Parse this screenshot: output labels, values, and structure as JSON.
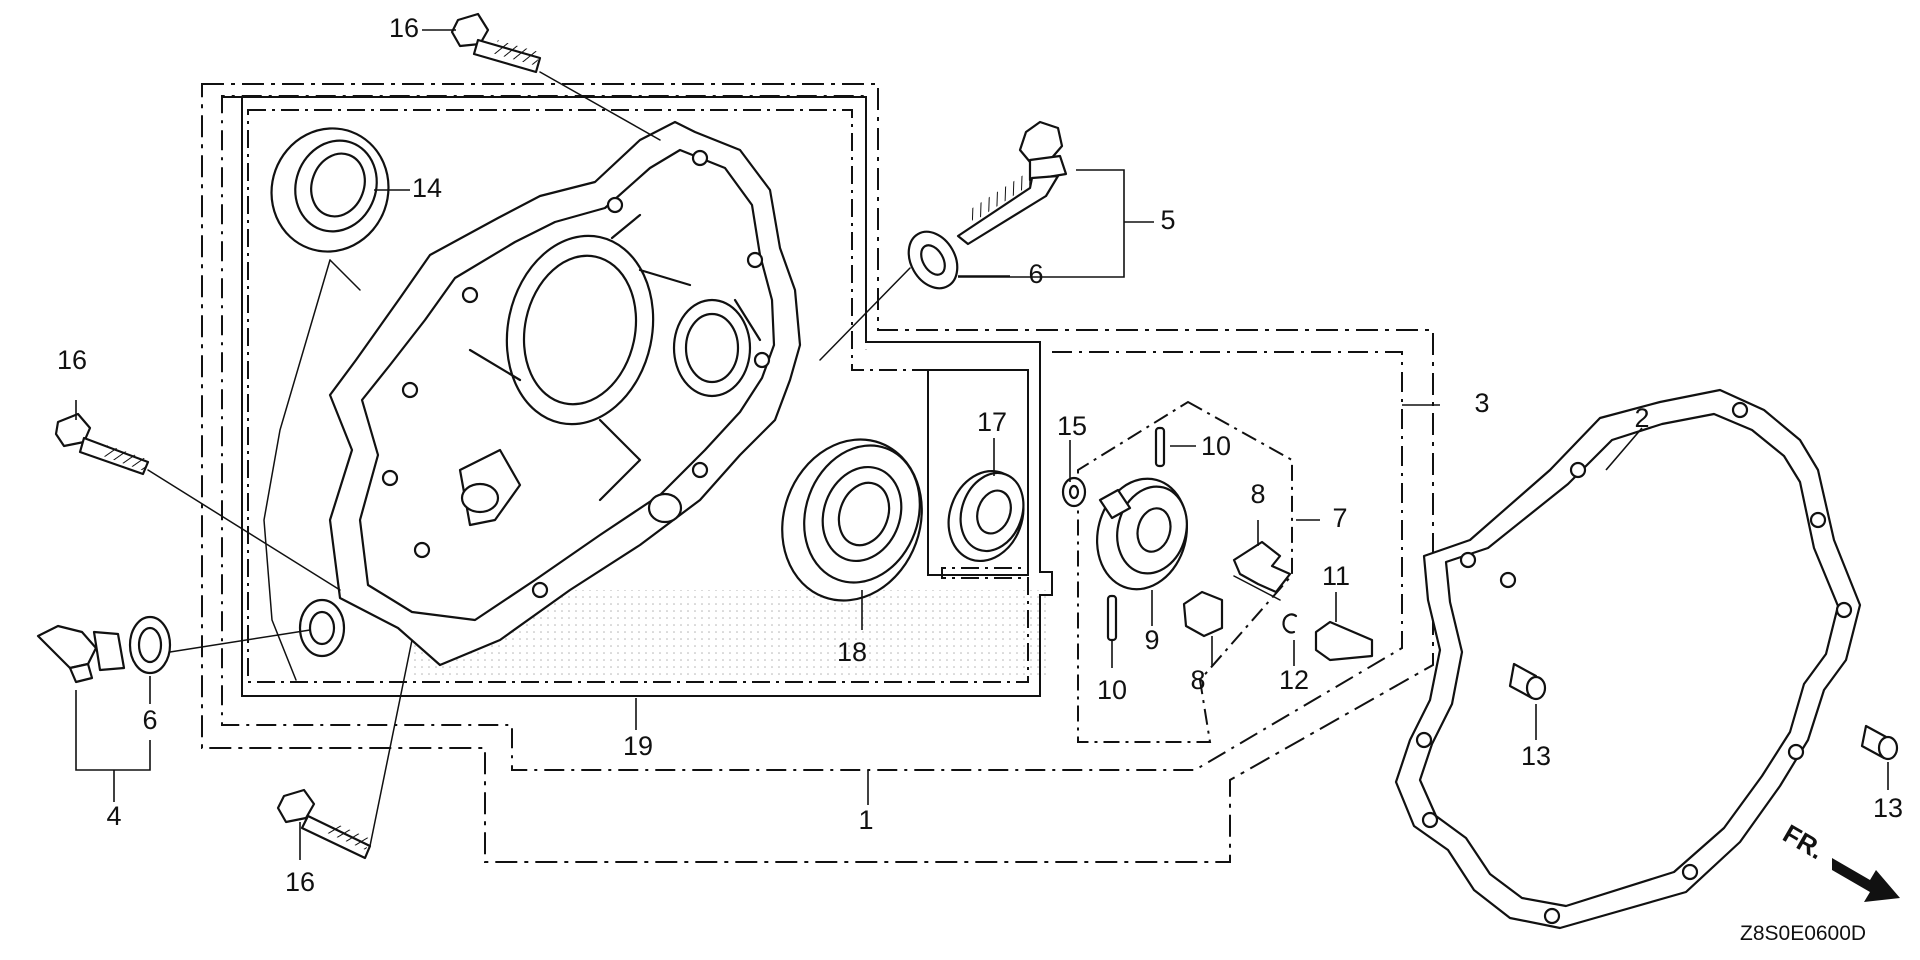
{
  "diagram_code": "Z8S0E0600D",
  "front_indicator": "FR.",
  "callouts": [
    {
      "id": "c16a",
      "text": "16"
    },
    {
      "id": "c14",
      "text": "14"
    },
    {
      "id": "c5",
      "text": "5"
    },
    {
      "id": "c6a",
      "text": "6"
    },
    {
      "id": "c16b",
      "text": "16"
    },
    {
      "id": "c17",
      "text": "17"
    },
    {
      "id": "c15",
      "text": "15"
    },
    {
      "id": "c10a",
      "text": "10"
    },
    {
      "id": "c3",
      "text": "3"
    },
    {
      "id": "c2",
      "text": "2"
    },
    {
      "id": "c8a",
      "text": "8"
    },
    {
      "id": "c7",
      "text": "7"
    },
    {
      "id": "c11",
      "text": "11"
    },
    {
      "id": "c9",
      "text": "9"
    },
    {
      "id": "c18",
      "text": "18"
    },
    {
      "id": "c8b",
      "text": "8"
    },
    {
      "id": "c12",
      "text": "12"
    },
    {
      "id": "c10b",
      "text": "10"
    },
    {
      "id": "c6b",
      "text": "6"
    },
    {
      "id": "c13a",
      "text": "13"
    },
    {
      "id": "c13b",
      "text": "13"
    },
    {
      "id": "c19",
      "text": "19"
    },
    {
      "id": "c4",
      "text": "4"
    },
    {
      "id": "c1",
      "text": "1"
    },
    {
      "id": "c16c",
      "text": "16"
    }
  ]
}
